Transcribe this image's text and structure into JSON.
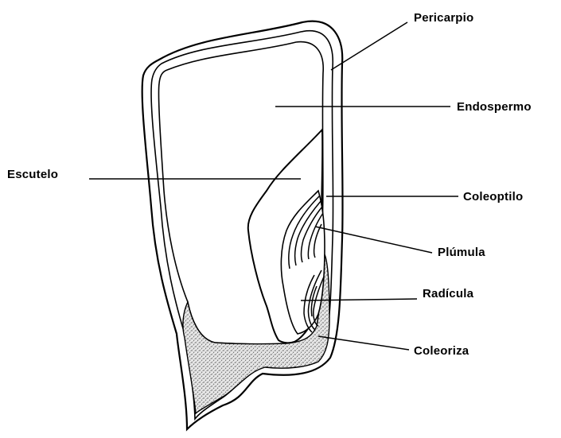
{
  "labels": {
    "pericarpio": "Pericarpio",
    "endospermo": "Endospermo",
    "escutelo": "Escutelo",
    "coleoptilo": "Coleoptilo",
    "plumula": "Plúmula",
    "radicula": "Radícula",
    "coleoriza": "Coleoriza"
  },
  "colors": {
    "ink": "#000000",
    "background": "#ffffff",
    "stipple": "#9a9a9a"
  }
}
